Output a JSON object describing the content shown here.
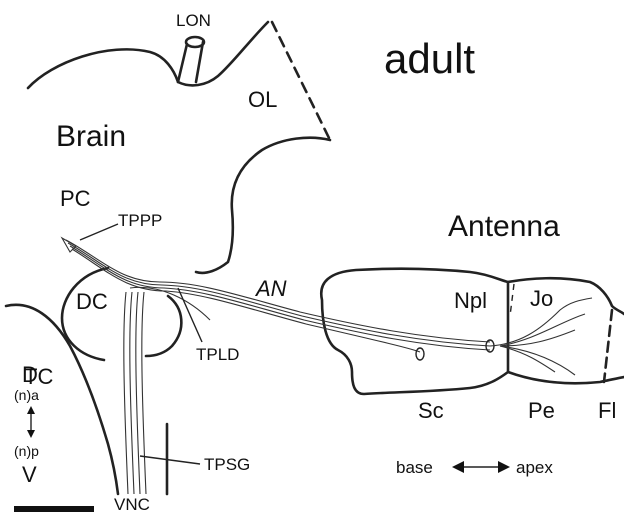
{
  "title": "adult",
  "labels": {
    "lon": "LON",
    "ol": "OL",
    "brain": "Brain",
    "antenna": "Antenna",
    "pc": "PC",
    "tppp": "TPPP",
    "dc": "DC",
    "an": "AN",
    "npl": "Npl",
    "jo": "Jo",
    "tpld": "TPLD",
    "tc": "TC",
    "sc": "Sc",
    "pe": "Pe",
    "fl": "Fl",
    "tpsg": "TPSG",
    "vnc": "VNC"
  },
  "orientation": {
    "dorsal": "D",
    "anterior": "(n)a",
    "posterior": "(n)p",
    "ventral": "V",
    "base": "base",
    "apex": "apex"
  }
}
